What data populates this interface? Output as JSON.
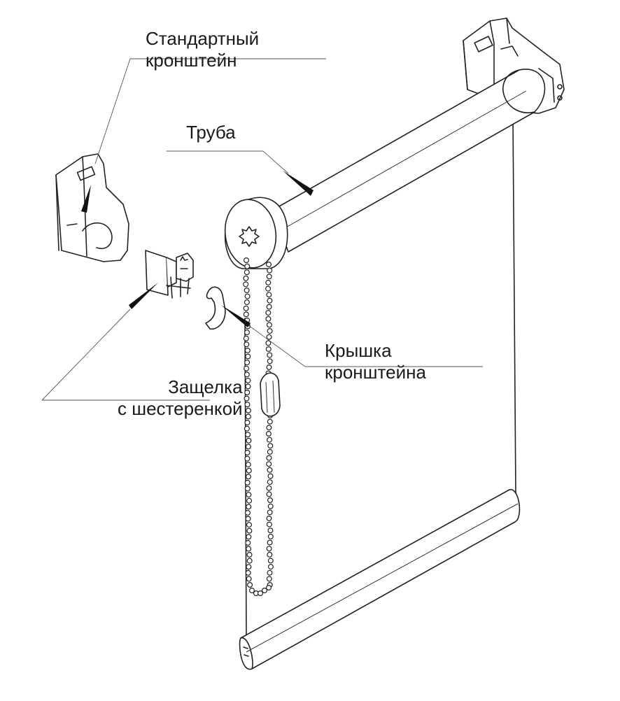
{
  "labels": {
    "bracket": [
      "Стандартный",
      "кронштейн"
    ],
    "tube": "Труба",
    "cap": [
      "Крышка",
      "кронштейна"
    ],
    "latch": [
      "Защелка",
      "с шестеренкой"
    ]
  }
}
